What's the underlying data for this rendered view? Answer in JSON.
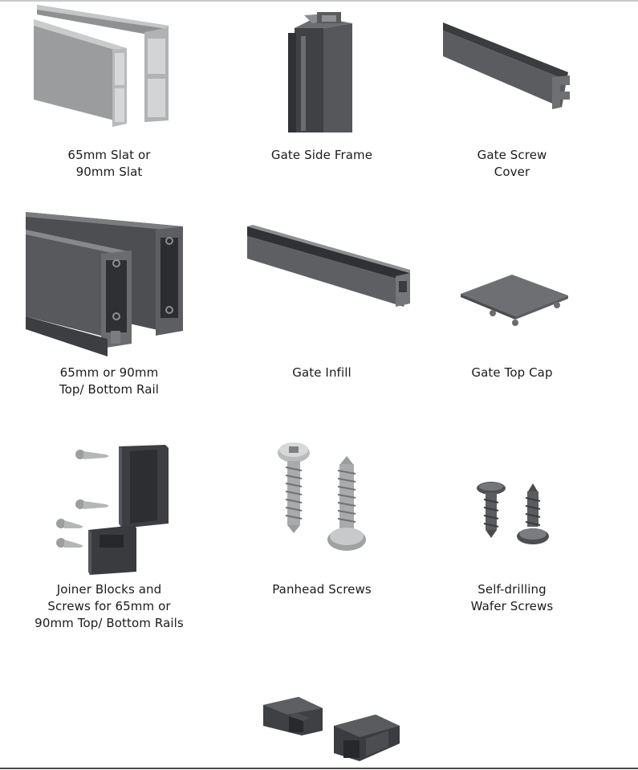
{
  "colors": {
    "light_aluminium": "#9d9fa1",
    "dark_aluminium": "#55575a",
    "text": "#1b1b1b"
  },
  "parts": [
    {
      "name": "slat",
      "icon": "slat-profiles-icon",
      "lines": [
        "65mm Slat or",
        "90mm Slat"
      ]
    },
    {
      "name": "gate-side-frame",
      "icon": "gate-side-frame-icon",
      "lines": [
        "Gate Side Frame"
      ]
    },
    {
      "name": "gate-screw-cover",
      "icon": "gate-screw-cover-icon",
      "lines": [
        "Gate Screw",
        "Cover"
      ]
    },
    {
      "name": "top-bottom-rail",
      "icon": "rail-profiles-icon",
      "lines": [
        "65mm or 90mm",
        "Top/ Bottom Rail"
      ]
    },
    {
      "name": "gate-infill",
      "icon": "gate-infill-icon",
      "lines": [
        "Gate Infill"
      ]
    },
    {
      "name": "gate-top-cap",
      "icon": "gate-top-cap-icon",
      "lines": [
        "Gate Top Cap"
      ]
    },
    {
      "name": "joiner-blocks",
      "icon": "joiner-blocks-and-screws-icon",
      "lines": [
        "Joiner Blocks and",
        "Screws for 65mm or",
        "90mm Top/ Bottom Rails"
      ]
    },
    {
      "name": "panhead-screws",
      "icon": "panhead-screws-icon",
      "lines": [
        "Panhead Screws"
      ]
    },
    {
      "name": "wafer-screws",
      "icon": "wafer-screws-icon",
      "lines": [
        "Self-drilling",
        "Wafer Screws"
      ]
    },
    {
      "name": "end-blocks",
      "icon": "end-blocks-icon",
      "lines": []
    }
  ]
}
